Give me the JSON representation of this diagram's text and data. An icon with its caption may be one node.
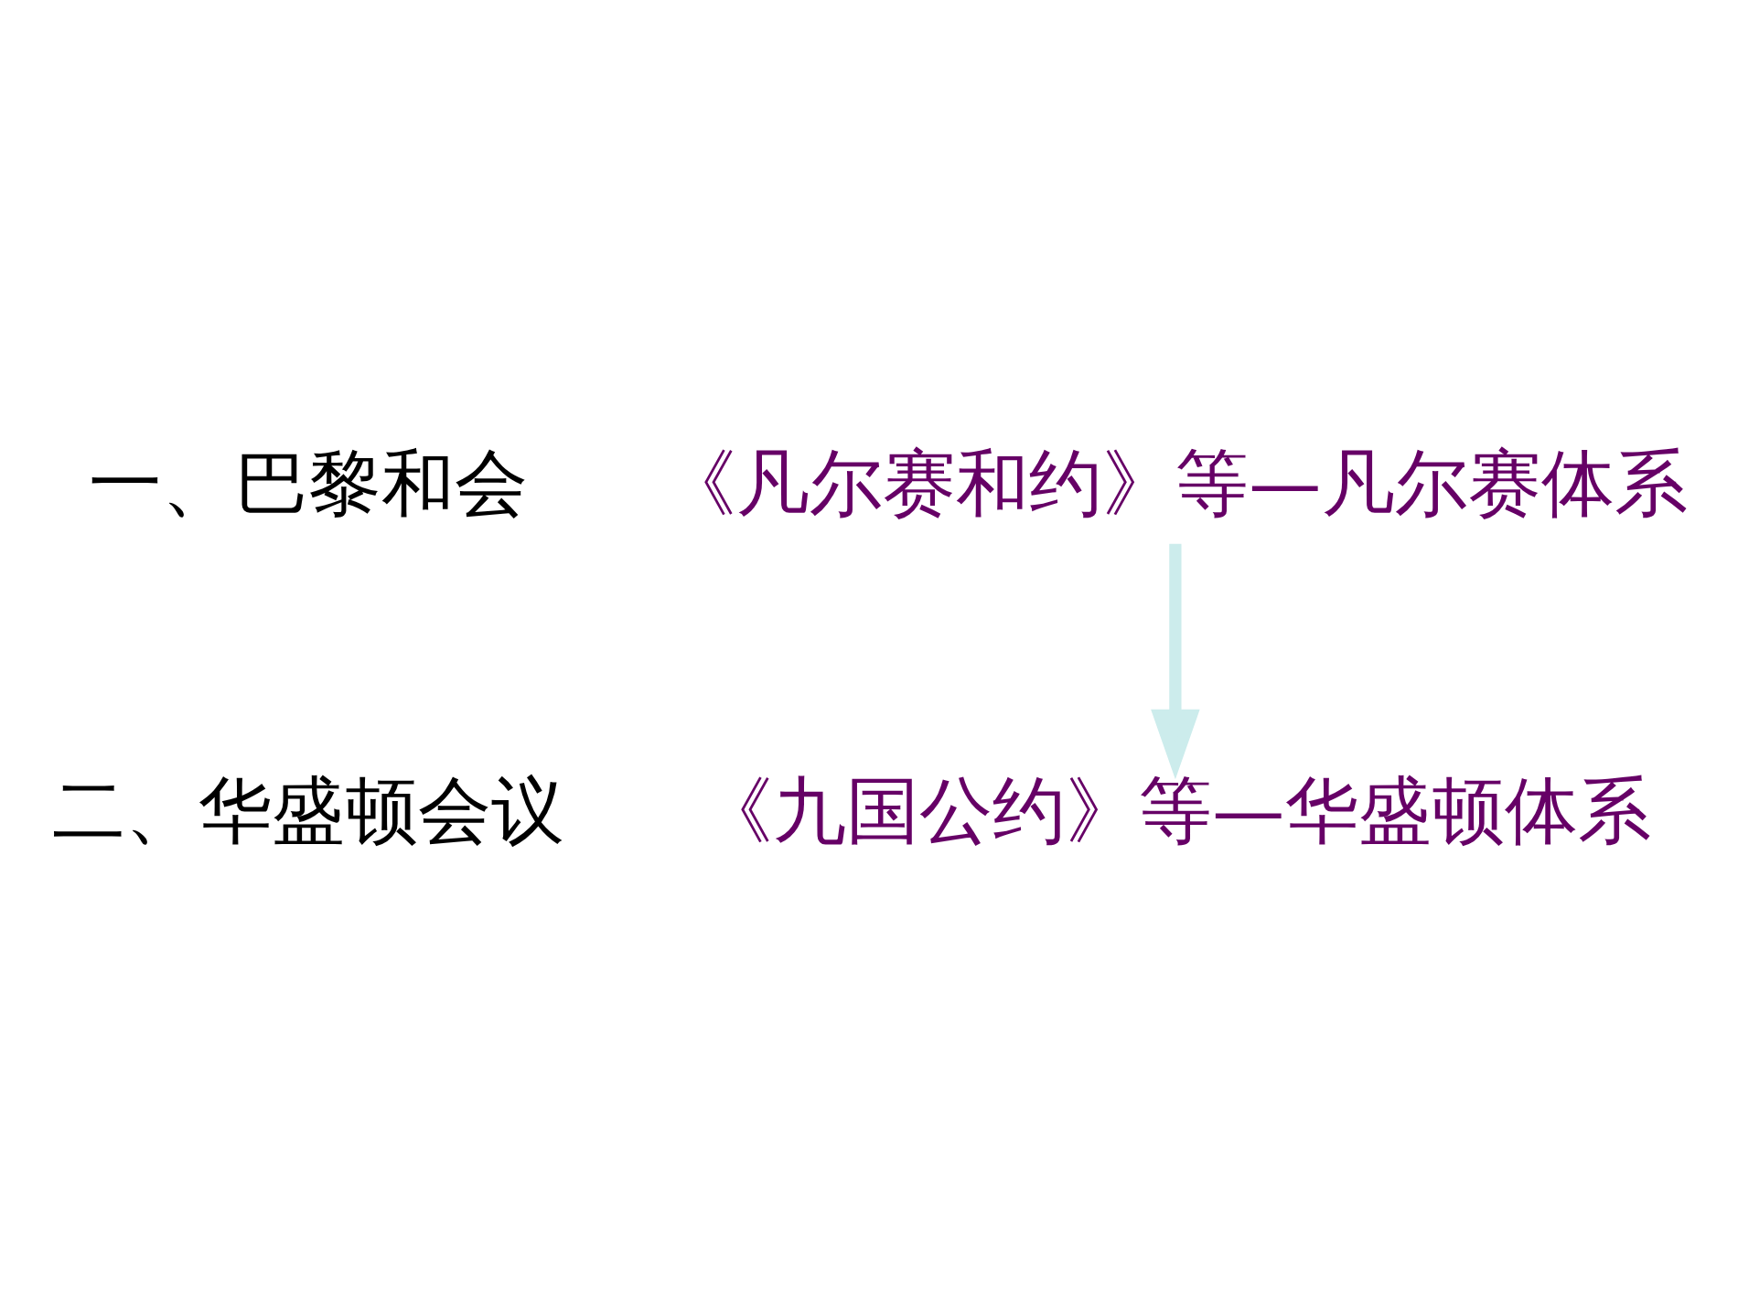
{
  "diagram": {
    "nodes": [
      {
        "text": [
          "《凡尔赛和约》等—凡尔赛体系"
        ]
      },
      {
        "text": [
          "《九国公约》等—华盛顿体系"
        ]
      }
    ],
    "edges": [
      {
        "from": 0,
        "to": 1,
        "arrow": "to",
        "color": "#ccecec"
      }
    ],
    "labels": [
      "一、巴黎和会",
      "二、华盛顿会议"
    ]
  }
}
